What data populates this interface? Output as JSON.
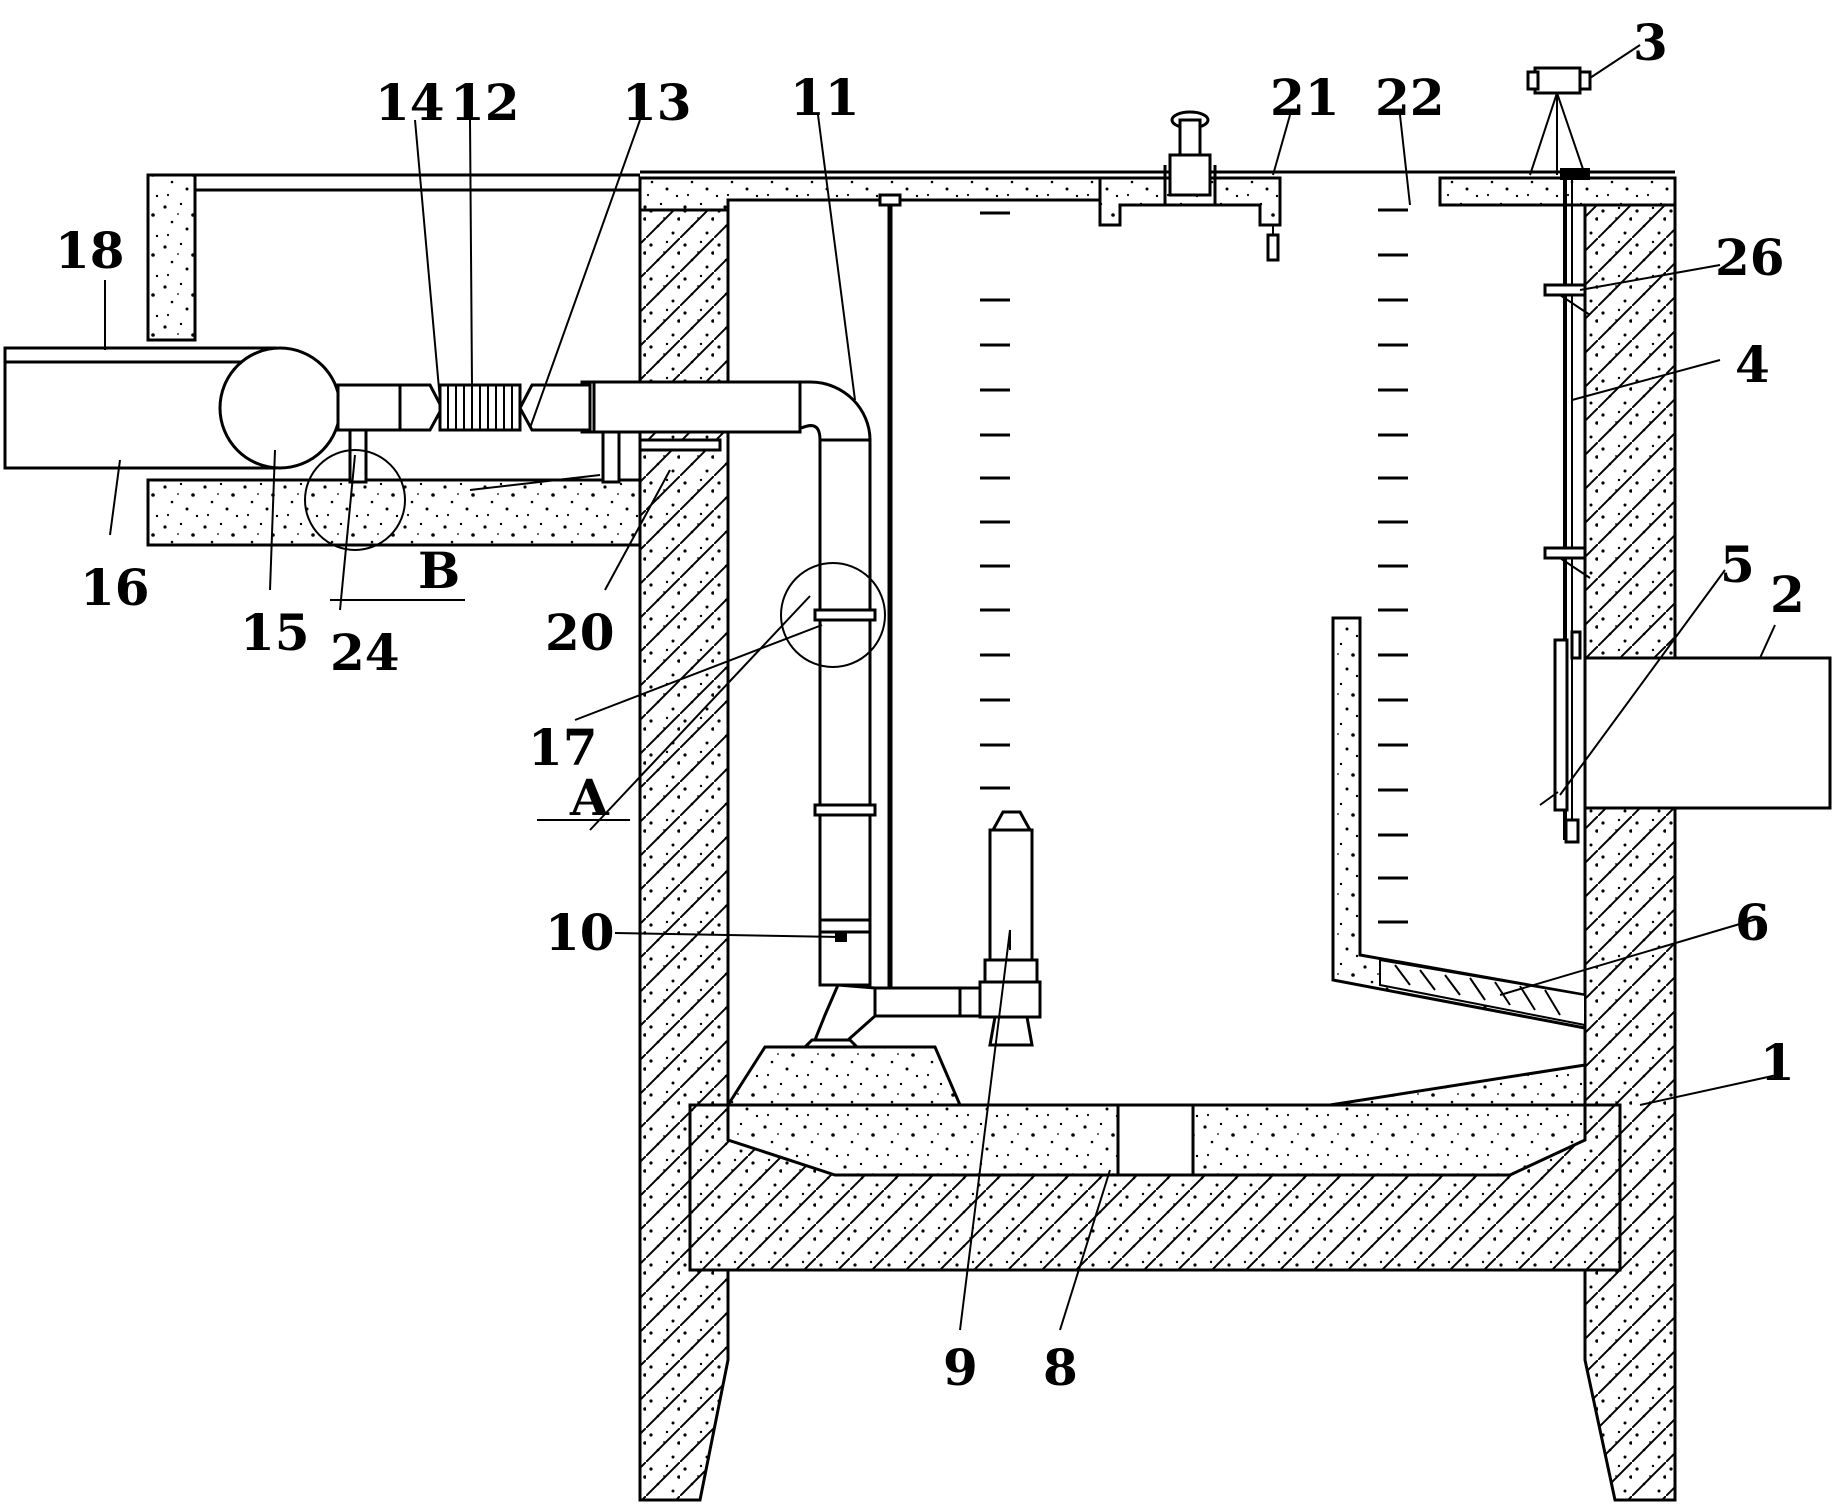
{
  "labels": {
    "l1": "1",
    "l2": "2",
    "l3": "3",
    "l4": "4",
    "l5": "5",
    "l6": "6",
    "l8": "8",
    "l9": "9",
    "l10": "10",
    "l11": "11",
    "l12": "12",
    "l13": "13",
    "l14": "14",
    "l15": "15",
    "l16": "16",
    "l17": "17",
    "l18": "18",
    "l20": "20",
    "l21": "21",
    "l22": "22",
    "l24": "24",
    "l26": "26",
    "detailA": "A",
    "detailB": "B"
  }
}
